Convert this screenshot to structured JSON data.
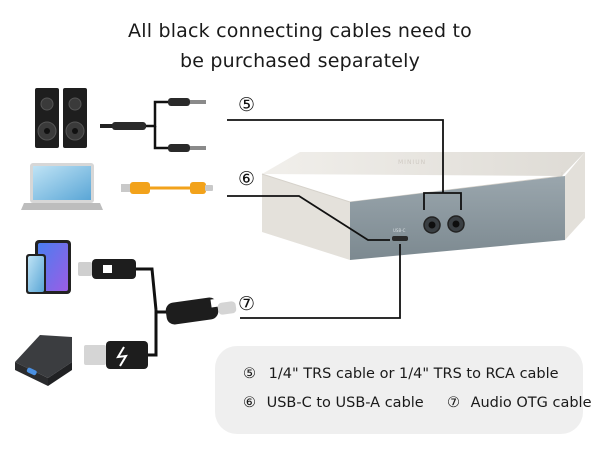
{
  "heading": {
    "line1": "All black connecting cables need to",
    "line2": "be purchased separately"
  },
  "callouts": {
    "c5": "⑤",
    "c6": "⑥",
    "c7": "⑦"
  },
  "device": {
    "port_label": "USB-C",
    "brand_text": "MINIUN"
  },
  "legend": {
    "item5_num": "⑤",
    "item5_text": "1/4\" TRS cable or 1/4\" TRS to RCA cable",
    "item6_num": "⑥",
    "item6_text": "USB-C to USB-A cable",
    "item7_num": "⑦",
    "item7_text": "Audio OTG cable"
  },
  "colors": {
    "device_body": "#e9e6e1",
    "device_front": "#8f9ba2",
    "usb_cable": "#f2a21b",
    "connection_line": "#111111",
    "legend_bg": "#efefef"
  },
  "icons": [
    "speakers-icon",
    "trs-cable-icon",
    "laptop-icon",
    "usb-cable-icon",
    "tablet-phone-icon",
    "powerbank-icon",
    "otg-cable-icon",
    "audio-interface-icon"
  ]
}
